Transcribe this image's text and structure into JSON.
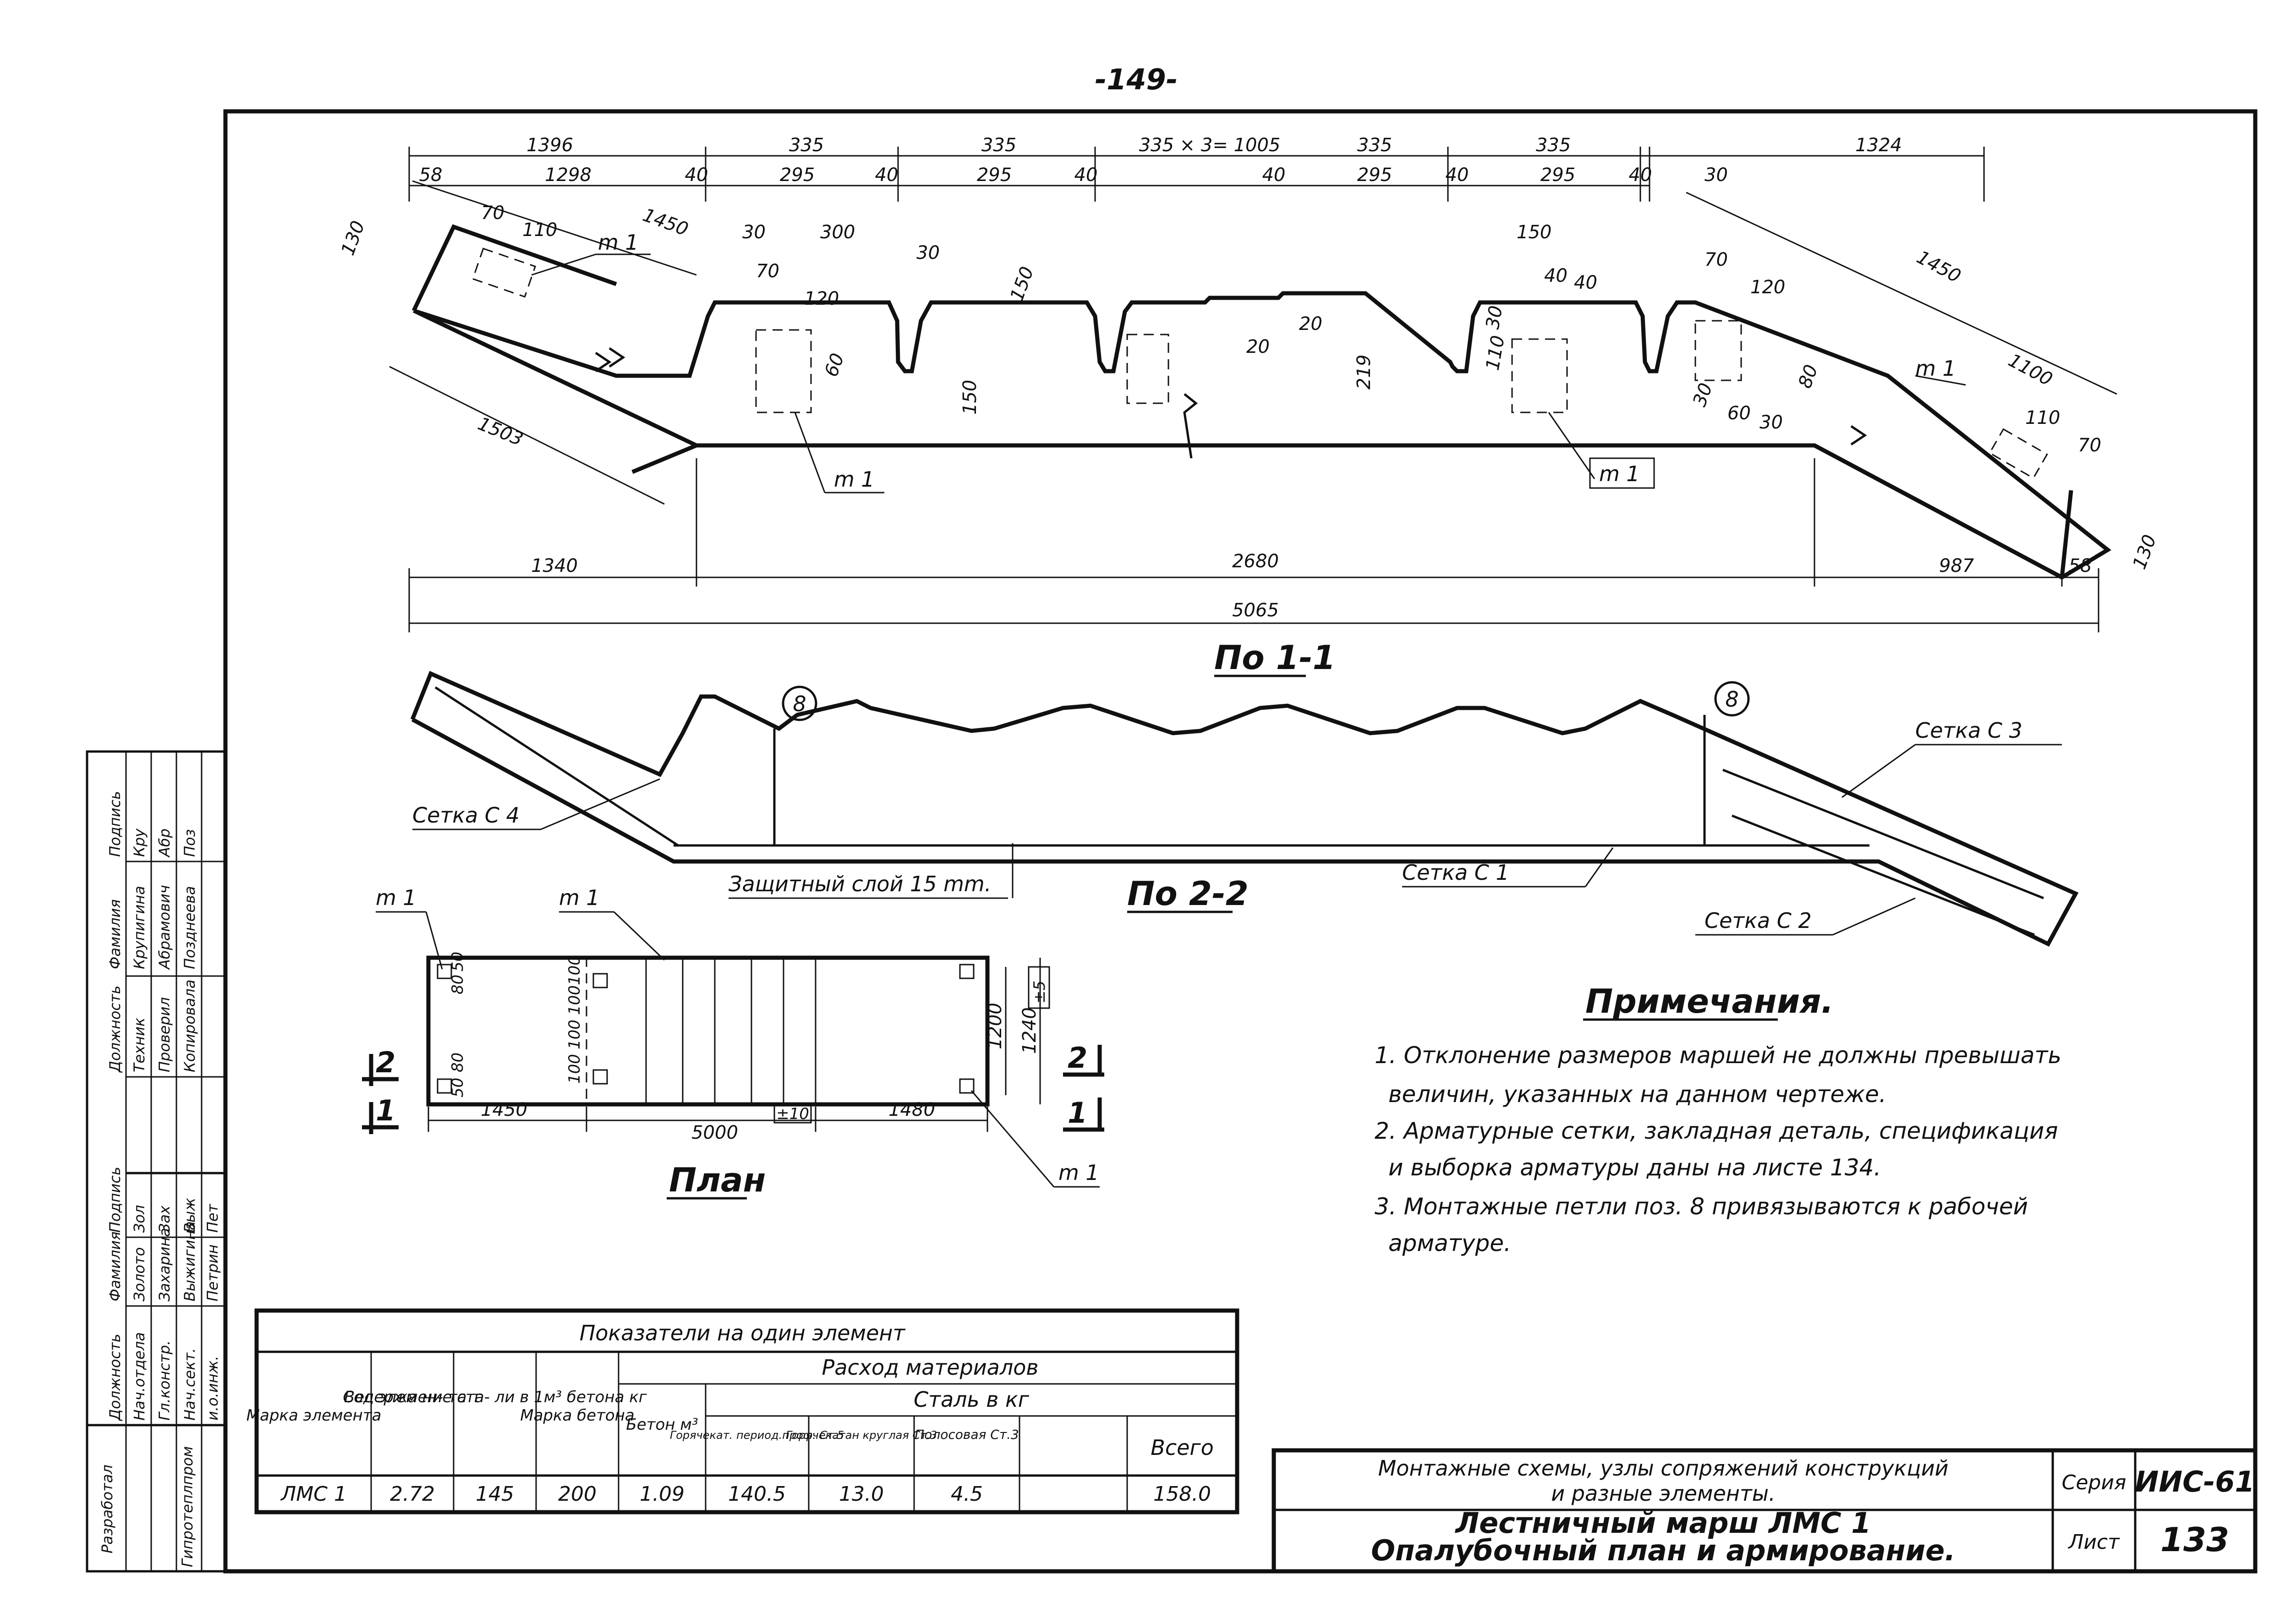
{
  "page_number": "-149-",
  "section_1_1": {
    "title": "По 1-1",
    "dims_top": [
      "1396",
      "335",
      "335",
      "335 × 3= 1005",
      "335",
      "335",
      "1324"
    ],
    "dims_second": [
      "58",
      "1298",
      "40",
      "295",
      "40",
      "295",
      "40",
      "40",
      "295",
      "40",
      "295",
      "40"
    ],
    "dims_misc": {
      "d1450_left": "1450",
      "d130_left": "130",
      "d70_a": "70",
      "d110_a": "110",
      "d30_a": "30",
      "d300": "300",
      "d70_b": "70",
      "d120_a": "120",
      "d30_b": "30",
      "d150_a": "150",
      "d60_a": "60",
      "d150_b": "150",
      "d20_a": "20",
      "d20_b": "20",
      "d219": "219",
      "d150_c": "150",
      "d40_c": "40",
      "d40_d": "40",
      "d110_b": "110",
      "d30_c": "30",
      "d30_d": "30",
      "d70_c": "70",
      "d120_b": "120",
      "d80": "80",
      "d30_e": "30",
      "d60_b": "60",
      "d30_f": "30",
      "d1450_right": "1450",
      "d1100": "1100",
      "d110_c": "110",
      "d70_d": "70",
      "d130_right": "130",
      "d1503": "1503"
    },
    "dims_bottom": [
      "1340",
      "2680",
      "987",
      "58"
    ],
    "dim_total": "5065",
    "labels": {
      "m1_a": "m 1",
      "m1_b": "m 1",
      "m1_c": "m 1",
      "m1_d": "m 1"
    }
  },
  "section_2_2": {
    "title": "По 2-2",
    "callout_a": "8",
    "callout_b": "8",
    "mesh_c4": "Сетка С 4",
    "mesh_c3": "Сетка С 3",
    "mesh_c1": "Сетка С 1",
    "mesh_c2": "Сетка С 2",
    "cover": "Защитный слой 15 mm."
  },
  "plan": {
    "title": "План",
    "m1_a": "m 1",
    "m1_b": "m 1",
    "m1_c": "m 1",
    "d50_a": "50",
    "d80_a": "80",
    "d50_b": "50",
    "d80_b": "80",
    "d100_a": "100",
    "d100_b": "100",
    "d100_c": "100",
    "d100_d": "100",
    "d1200": "1200",
    "d1240": "1240",
    "tol_5": "±5",
    "d1450": "1450",
    "d5000": "5000",
    "tol_10": "±10",
    "d1480": "1480",
    "cut_2_left": "2",
    "cut_1_left": "1",
    "cut_2_right": "2",
    "cut_1_right": "1"
  },
  "notes": {
    "title": "Примечания.",
    "lines": [
      "1. Отклонение размеров маршей не должны превышать",
      "величин, указанных на данном чертеже.",
      "2. Арматурные сетки, закладная деталь, спецификация",
      "и выборка арматуры даны на листе 134.",
      "3. Монтажные петли поз. 8 привязываются к рабочей",
      "арматуре."
    ]
  },
  "table": {
    "title": "Показатели на один элемент",
    "h_mark": "Марка элемента",
    "h_weight": "Вес элемен- та т",
    "h_steel_content": "Содержа ние ста- ли в 1м³ бетона кг",
    "h_concrete_mark": "Марка бетона",
    "h_consumption": "Расход материалов",
    "h_concrete": "Бетон м³",
    "h_steel": "Сталь в кг",
    "h_hot_periodic": "Горячекат. период.проф. Ст.5",
    "h_hot_round": "Горячекатан круглая Ст.3",
    "h_strip": "Полосовая Ст.3",
    "h_total": "Всего",
    "row": {
      "mark": "ЛМС 1",
      "weight": "2.72",
      "steel_content": "145",
      "concrete_mark": "200",
      "concrete": "1.09",
      "hot_periodic": "140.5",
      "hot_round": "13.0",
      "strip": "4.5",
      "total": "158.0"
    }
  },
  "title_block": {
    "project": "Монтажные схемы, узлы сопряжений конструкций",
    "project_2": "и разные элементы.",
    "series_label": "Серия",
    "series_value": "ИИС-61",
    "drawing_title": "Лестничный марш ЛМС 1",
    "drawing_subtitle": "Опалубочный план и армирование.",
    "sheet_label": "Лист",
    "sheet_value": "133"
  },
  "stamp": {
    "org_1": "Разработал",
    "org_2": "Гипротеплпром",
    "upper_headers": [
      "Должность",
      "Фамилия",
      "Подпись"
    ],
    "upper_rows": [
      [
        "Техник",
        "Крупигина",
        "Кру"
      ],
      [
        "Проверил",
        "Абрамович",
        "Абр"
      ],
      [
        "Копировала",
        "Позднеева",
        "Поз"
      ]
    ],
    "lower_headers": [
      "Должность",
      "Фамилия",
      "Подпись"
    ],
    "lower_rows": [
      [
        "Нач.отдела",
        "Золото",
        "Зол"
      ],
      [
        "Гл.констр.",
        "Захарина",
        "Зах"
      ],
      [
        "Нач.сект.",
        "Выжигина",
        "Выж"
      ],
      [
        "и.о.инж.",
        "Петрин",
        "Пет"
      ]
    ]
  }
}
